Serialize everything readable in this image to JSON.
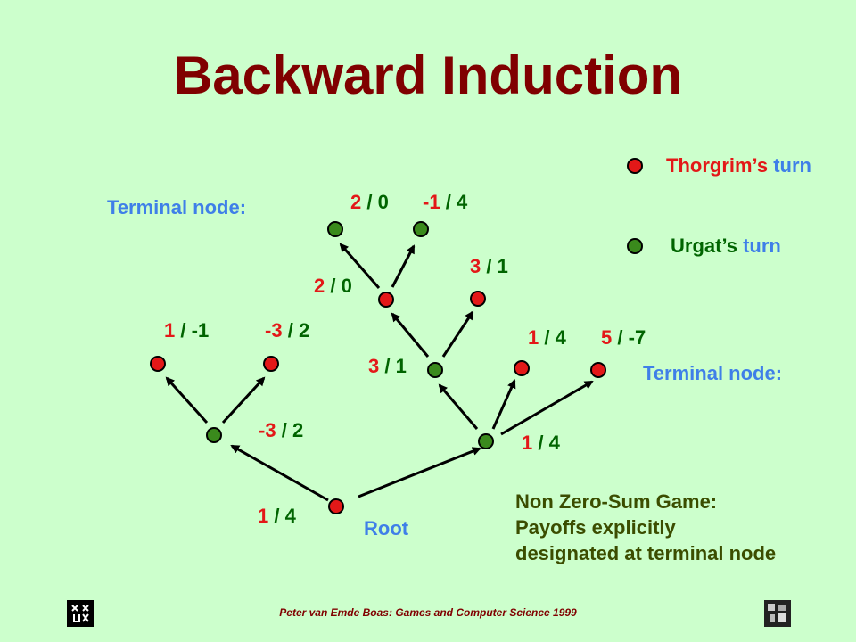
{
  "title": "Backward Induction",
  "legend": {
    "thorgrim_name": "Thorgrim’s",
    "urgat_name": "Urgat’s",
    "turn_word": "turn",
    "thorgrim_color": "#e31818",
    "urgat_color": "#3a8a1c"
  },
  "labels": {
    "terminal_node_left": "Terminal node:",
    "terminal_node_right": "Terminal node:",
    "root": "Root"
  },
  "payoffs": {
    "root": [
      "1",
      "4"
    ],
    "left_mid": [
      "-3",
      "2"
    ],
    "left_leaf_1": [
      "1",
      "-1"
    ],
    "left_leaf_2": [
      "-3",
      "2"
    ],
    "right_mid": [
      "1",
      "4"
    ],
    "center_mid": [
      "3",
      "1"
    ],
    "upper_mid": [
      "2",
      "0"
    ],
    "upper_leaf_1": [
      "2",
      "0"
    ],
    "upper_leaf_2": [
      "-1",
      "4"
    ],
    "center_leaf": [
      "3",
      "1"
    ],
    "right_leaf_1": [
      "1",
      "4"
    ],
    "right_leaf_2": [
      "5",
      "-7"
    ]
  },
  "note": {
    "line1": "Non Zero-Sum Game:",
    "line2": "Payoffs explicitly",
    "line3": "designated at terminal node"
  },
  "footer": "Peter van Emde Boas: Games and Computer Science 1999"
}
